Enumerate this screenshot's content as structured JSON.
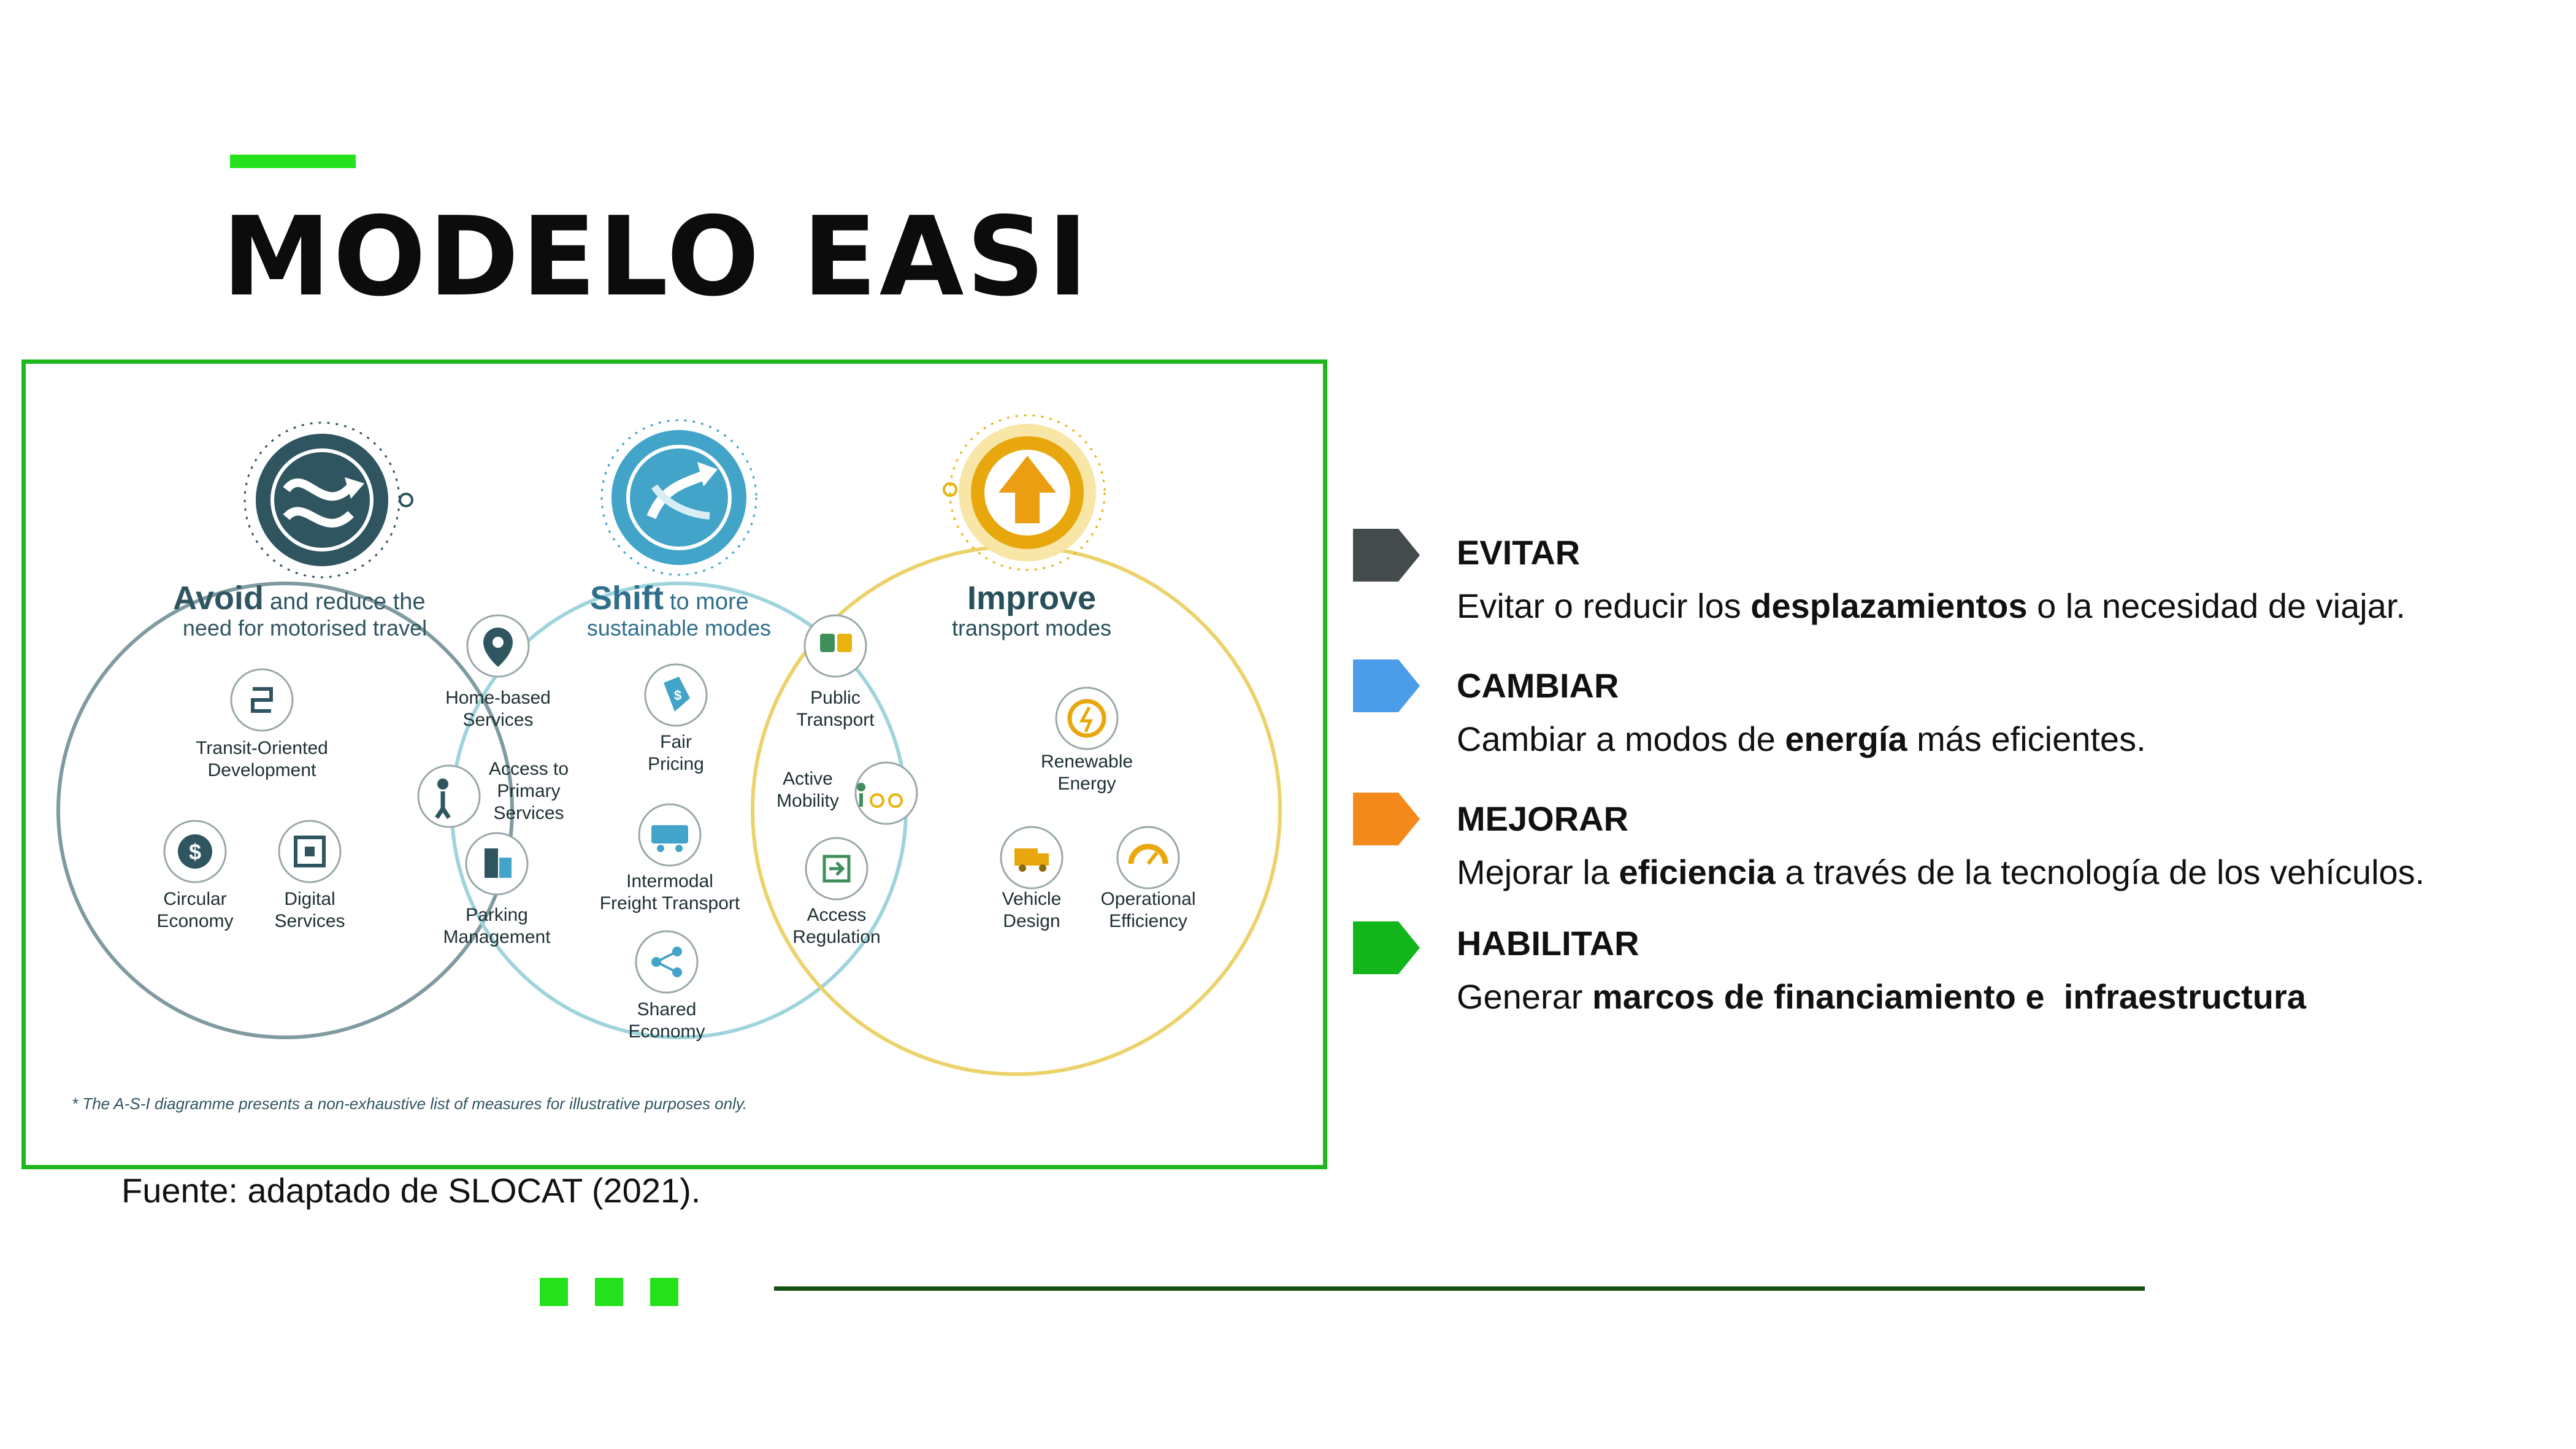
{
  "title": "MODELO EASI",
  "source_note": "Fuente: adaptado de SLOCAT (2021).",
  "colors": {
    "accent_green": "#25e11c",
    "frame_green": "#1eb71e",
    "avoid": "#2f5561",
    "shift": "#43a4c9",
    "improve": "#e8b30d",
    "evitar": "#444b4c",
    "cambiar": "#4b9de9",
    "mejorar": "#f58a1c",
    "habilitar": "#12b51a",
    "footer_line": "#155012"
  },
  "diagram": {
    "avoid": {
      "head": "Avoid",
      "tail": "and reduce the",
      "line2": "need for motorised travel"
    },
    "shift": {
      "head": "Shift",
      "tail": "to more",
      "line2": "sustainable modes"
    },
    "improve": {
      "head": "Improve",
      "line2": "transport modes"
    },
    "items": {
      "tod": [
        "Transit-Oriented",
        "Development"
      ],
      "circular": [
        "Circular",
        "Economy"
      ],
      "digital": [
        "Digital",
        "Services"
      ],
      "home": [
        "Home-based",
        "Services"
      ],
      "access_primary": [
        "Access to",
        "Primary",
        "Services"
      ],
      "parking": [
        "Parking",
        "Management"
      ],
      "fair": [
        "Fair",
        "Pricing"
      ],
      "freight": [
        "Intermodal",
        "Freight Transport"
      ],
      "shared": [
        "Shared",
        "Economy"
      ],
      "public": [
        "Public",
        "Transport"
      ],
      "active": [
        "Active",
        "Mobility"
      ],
      "access_reg": [
        "Access",
        "Regulation"
      ],
      "renewable": [
        "Renewable",
        "Energy"
      ],
      "vehicle": [
        "Vehicle",
        "Design"
      ],
      "operational": [
        "Operational",
        "Efficiency"
      ]
    },
    "footnote": "* The A-S-I diagramme presents a non-exhaustive list of measures for illustrative purposes only."
  },
  "legend": [
    {
      "title": "EVITAR",
      "pre": "Evitar o reducir los ",
      "bold": "desplazamientos",
      "post": " o la necesidad de viajar.",
      "bold2": ""
    },
    {
      "title": "CAMBIAR",
      "pre": "Cambiar a modos de ",
      "bold": "energía",
      "post": " más eficientes.",
      "bold2": ""
    },
    {
      "title": "MEJORAR",
      "pre": "Mejorar la ",
      "bold": "eficiencia",
      "post": " a través de la tecnología de los vehículos.",
      "bold2": ""
    },
    {
      "title": "HABILITAR",
      "pre": "Generar ",
      "bold": "marcos de financiamiento e",
      "post": "  ",
      "bold2": "infraestructura"
    }
  ]
}
